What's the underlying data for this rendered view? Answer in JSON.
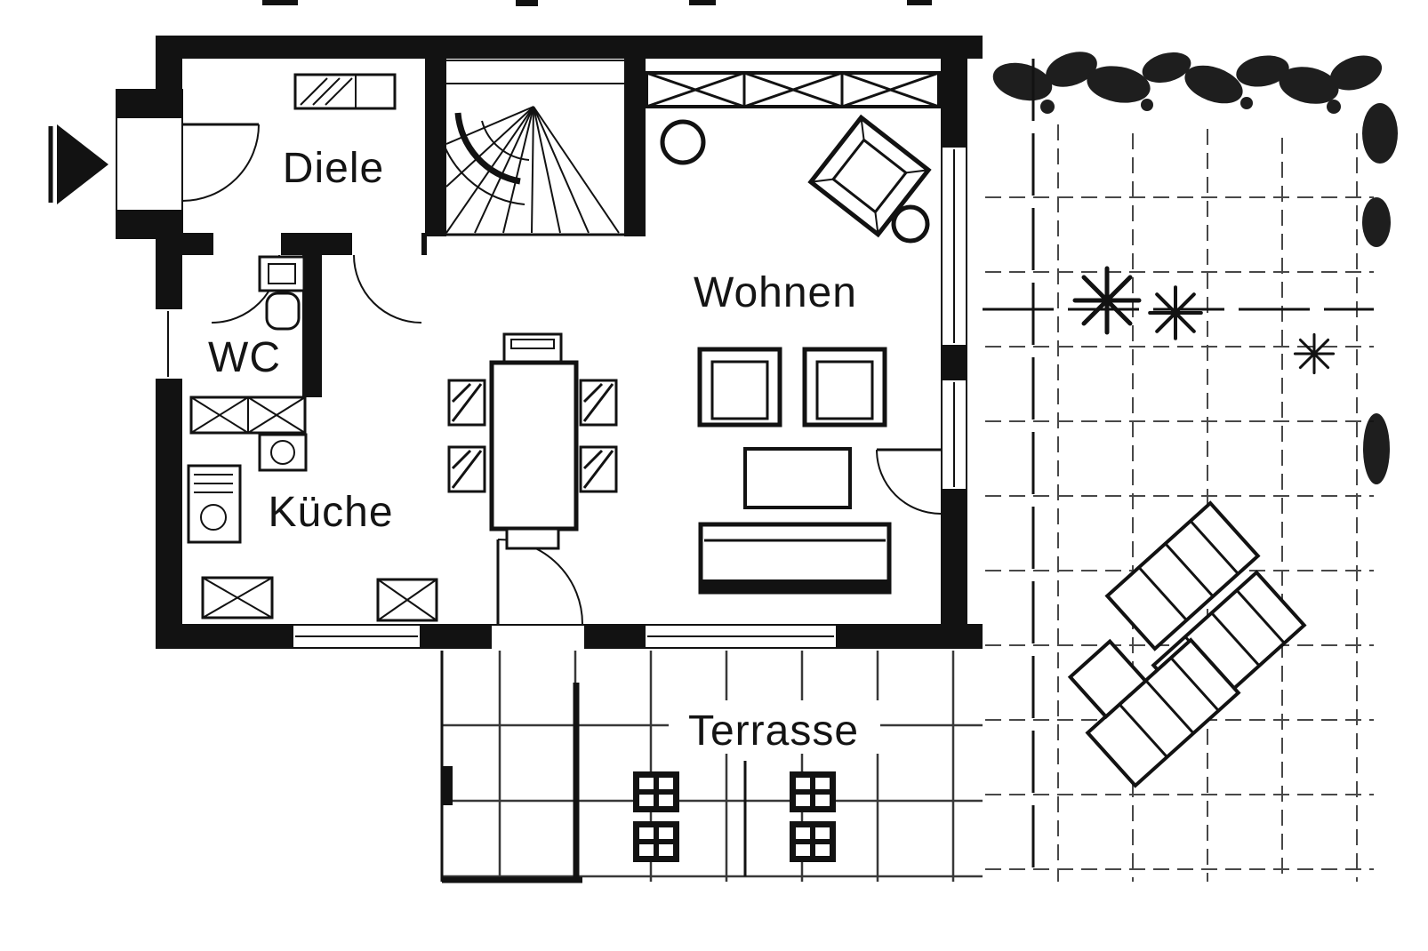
{
  "drawing": {
    "kind": "ground-floor-plan",
    "labels": {
      "diele": "Diele",
      "wc": "WC",
      "kueche": "Küche",
      "wohnen": "Wohnen",
      "terrasse": "Terrasse"
    },
    "colors": {
      "ink": "#121212",
      "paper": "#ffffff"
    }
  }
}
